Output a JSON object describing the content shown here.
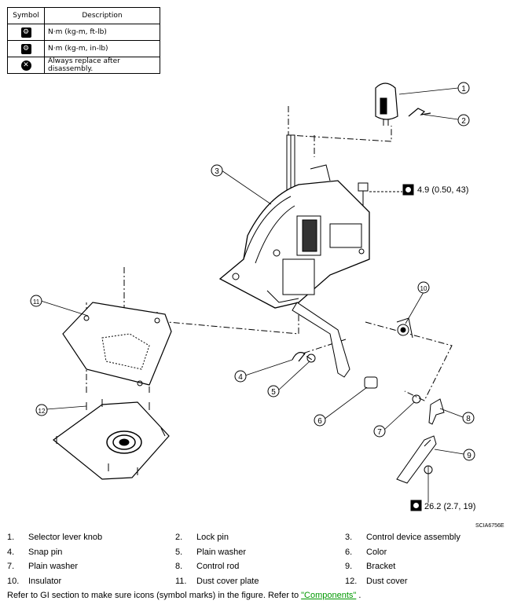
{
  "symbol_table": {
    "header_symbol": "Symbol",
    "header_description": "Description",
    "rows": [
      {
        "icon": "torque-wrench-icon",
        "description": "N·m (kg-m, ft-lb)"
      },
      {
        "icon": "torque-wrench-inlb-icon",
        "description": "N·m (kg-m, in-lb)"
      },
      {
        "icon": "replace-icon",
        "description": "Always replace after disassembly."
      }
    ]
  },
  "diagram": {
    "callouts": [
      "1",
      "2",
      "3",
      "4",
      "5",
      "6",
      "7",
      "8",
      "9",
      "10",
      "11",
      "12"
    ],
    "torque_1": "4.9  (0.50, 43)",
    "torque_2": "26.2  (2.7, 19)",
    "ref_code": "SCIA6756E"
  },
  "legend": [
    {
      "num": "1.",
      "label": "Selector lever knob"
    },
    {
      "num": "2.",
      "label": "Lock pin"
    },
    {
      "num": "3.",
      "label": "Control device assembly"
    },
    {
      "num": "4.",
      "label": "Snap pin"
    },
    {
      "num": "5.",
      "label": "Plain washer"
    },
    {
      "num": "6.",
      "label": "Color"
    },
    {
      "num": "7.",
      "label": "Plain washer"
    },
    {
      "num": "8.",
      "label": "Control rod"
    },
    {
      "num": "9.",
      "label": "Bracket"
    },
    {
      "num": "10.",
      "label": "Insulator"
    },
    {
      "num": "11.",
      "label": "Dust cover plate"
    },
    {
      "num": "12.",
      "label": "Dust cover"
    }
  ],
  "footer": {
    "text_before": "Refer to GI section to make sure icons (symbol marks) in the figure. Refer to ",
    "link": "\"Components\"",
    "text_after": " ."
  }
}
